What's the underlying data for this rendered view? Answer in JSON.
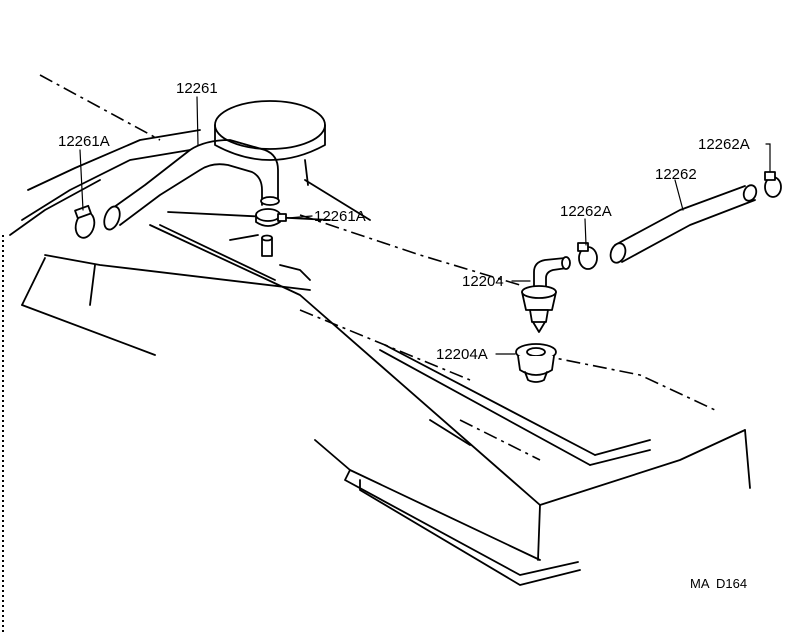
{
  "callouts": {
    "hose_12261": "12261",
    "clamp_12261a_left": "12261A",
    "clamp_12261a_center": "12261A",
    "clamp_12262a_top": "12262A",
    "hose_12262": "12262",
    "clamp_12262a_mid": "12262A",
    "valve_12204": "12204",
    "grommet_12204a": "12204A"
  },
  "drawing_code": "MA  D164"
}
